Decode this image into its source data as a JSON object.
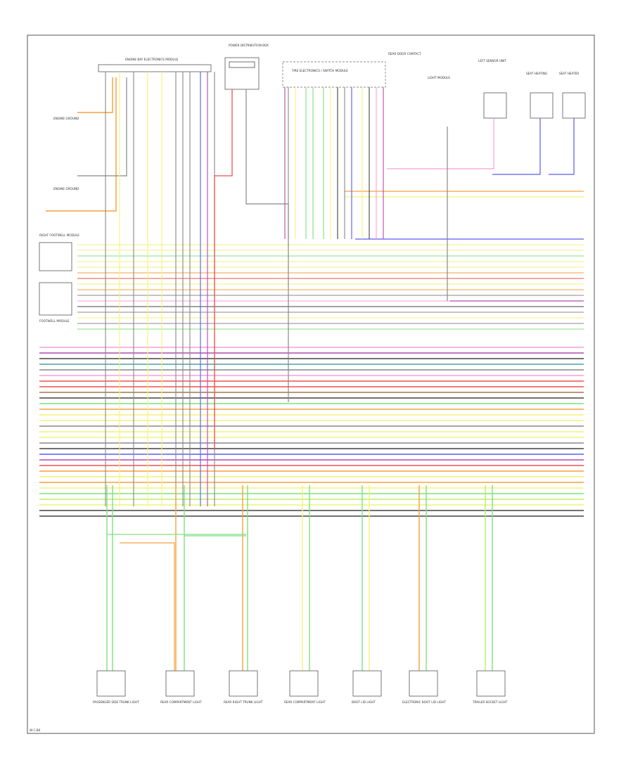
{
  "diagram": {
    "footer_code": "W·C·B0"
  },
  "colors": {
    "border": "#555555",
    "orange": "#f5a040",
    "yellow": "#f2f27a",
    "green": "#7ee07e",
    "blue": "#5a5af0",
    "violet": "#b04ab0",
    "red": "#f05050",
    "pink": "#f5a0d8",
    "gray": "#888888",
    "brown": "#a0784a",
    "teal": "#4aa0a0",
    "dark": "#444444",
    "lime": "#b8f060"
  },
  "components": {
    "top_left_ecm": "ENGINE BAY ELECTRONICS MODULE",
    "top_power_dist": "POWER DISTRIBUTION BOX",
    "top_center_module": "TIRE ELECTRONICS / SWITCH MODULE",
    "top_light_module": "LIGHT MODULE",
    "top_switch_r1": "LEFT SENSOR UNIT",
    "top_switch_r2": "SEAT HEATING",
    "top_switch_r3": "SEAT HEATER",
    "top_switch_r4": "REAR DOOR CONTACT",
    "left_ground_1": "ENGINE GROUND",
    "left_ground_2": "ENGINE GROUND",
    "left_box_1": "RIGHT FOOTWELL MODULE",
    "left_box_2": "FOOTWELL MODULE",
    "bottom_1": "PASSENGER SIDE TRUNK LIGHT",
    "bottom_2": "REAR COMPARTMENT LIGHT",
    "bottom_3": "REAR RIGHT TRUNK LIGHT",
    "bottom_4": "REAR COMPARTMENT LIGHT",
    "bottom_5": "BOOT LID LIGHT",
    "bottom_6": "ELECTRONIC BOOT LID LIGHT",
    "bottom_7": "TRAILER SOCKET LIGHT"
  }
}
